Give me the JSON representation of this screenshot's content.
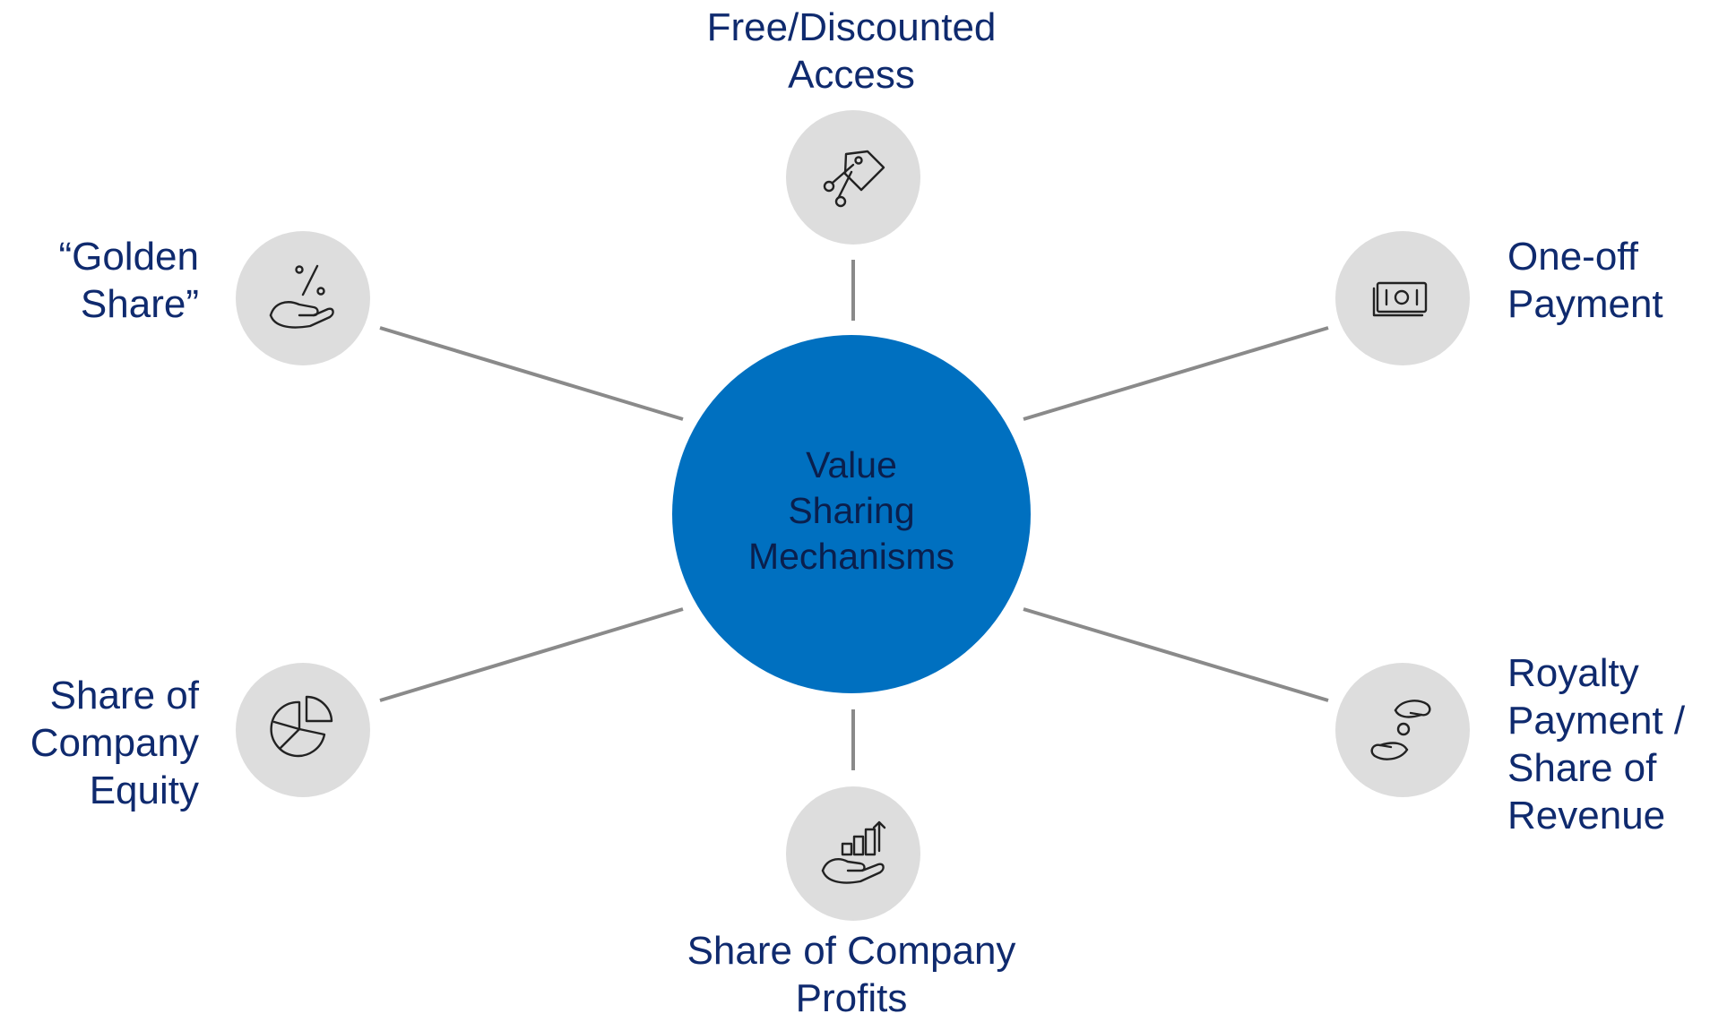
{
  "center": {
    "lines": [
      "Value",
      "Sharing",
      "Mechanisms"
    ]
  },
  "nodes": {
    "free_access": {
      "lines": [
        "Free/Discounted",
        "Access"
      ],
      "icon": "price-tag-scissors-icon"
    },
    "golden_share": {
      "lines": [
        "“Golden",
        "Share”"
      ],
      "icon": "hand-percent-icon"
    },
    "one_off_payment": {
      "lines": [
        "One-off",
        "Payment"
      ],
      "icon": "banknote-icon"
    },
    "company_equity": {
      "lines": [
        "Share of",
        "Company",
        "Equity"
      ],
      "icon": "pie-chart-icon"
    },
    "royalty_payment": {
      "lines": [
        "Royalty",
        "Payment /",
        "Share of",
        "Revenue"
      ],
      "icon": "hands-coin-exchange-icon"
    },
    "company_profits": {
      "lines": [
        "Share of Company",
        "Profits"
      ],
      "icon": "hand-growth-chart-icon"
    }
  },
  "colors": {
    "center": "#0070c0",
    "node": "#dddddd",
    "spoke": "#8a8a8a",
    "label": "#0f2a6e"
  }
}
